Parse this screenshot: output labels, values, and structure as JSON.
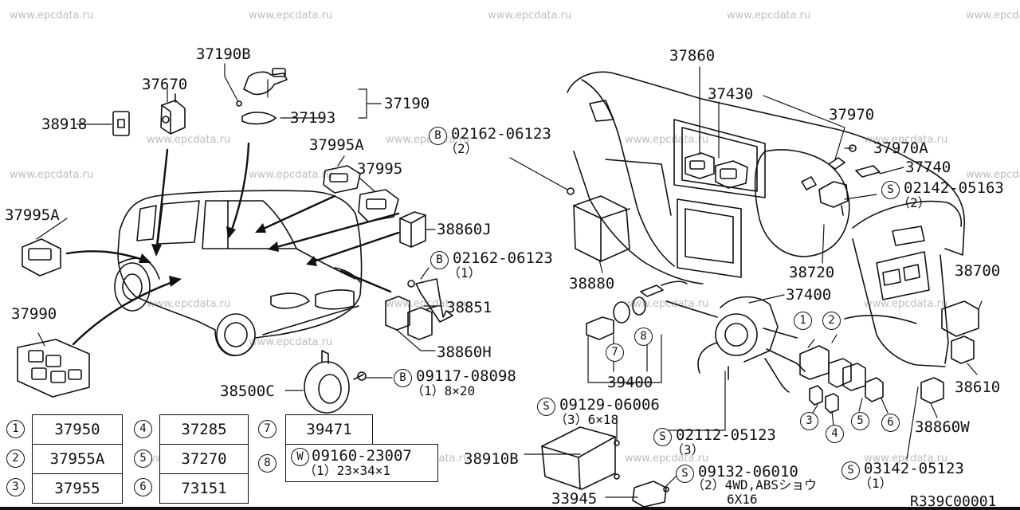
{
  "watermark": "www.epcdata.ru",
  "diagram_ref": "R339C00001",
  "callout_labels": {
    "p37190B": "37190B",
    "p37670": "37670",
    "p37190": "37190",
    "p38918": "38918",
    "p37193": "37193",
    "p37995A_right": "37995A",
    "p37995": "37995",
    "p37995A_left": "37995A",
    "p38860J": "38860J",
    "p37990": "37990",
    "p38851": "38851",
    "p38860H": "38860H",
    "p38500C": "38500C",
    "p38880": "38880",
    "p39400": "39400",
    "p37860": "37860",
    "p37430": "37430",
    "p37970": "37970",
    "p37970A": "37970A",
    "p37740": "37740",
    "p38720": "38720",
    "p37400": "37400",
    "p38700": "38700",
    "p38610": "38610",
    "p38860W": "38860W",
    "p38910B": "38910B",
    "p33945": "33945"
  },
  "bolt_callouts": {
    "b1_num": "02162-06123",
    "b1_qty": "（2）",
    "b2_num": "02162-06123",
    "b2_qty": "（1）",
    "b3_num": "09117-08098",
    "b3_qty": "（1）8×20",
    "s1_num": "02142-05163",
    "s1_qty": "（2）",
    "s2_num": "09129-06006",
    "s2_qty": "（3）6×18",
    "s3_num": "02112-05123",
    "s3_qty": "（3）",
    "s4_num": "09132-06010",
    "s4_qty": "（2）4WD,ABSショウ",
    "s4_size": "6X16",
    "s5_num": "03142-05123",
    "s5_qty": "（1）",
    "w1_num": "09160-23007",
    "w1_qty": "（1）23×34×1"
  },
  "symbols": {
    "bolt": "B",
    "screw": "S",
    "washer": "W"
  },
  "ref_markers": [
    "1",
    "2",
    "3",
    "4",
    "5",
    "6",
    "7",
    "8"
  ],
  "legend": [
    {
      "no": "1",
      "part": "37950"
    },
    {
      "no": "2",
      "part": "37955A"
    },
    {
      "no": "3",
      "part": "37955"
    },
    {
      "no": "4",
      "part": "37285"
    },
    {
      "no": "5",
      "part": "37270"
    },
    {
      "no": "6",
      "part": "73151"
    },
    {
      "no": "7",
      "part": "39471"
    },
    {
      "no": "8",
      "part": ""
    }
  ]
}
